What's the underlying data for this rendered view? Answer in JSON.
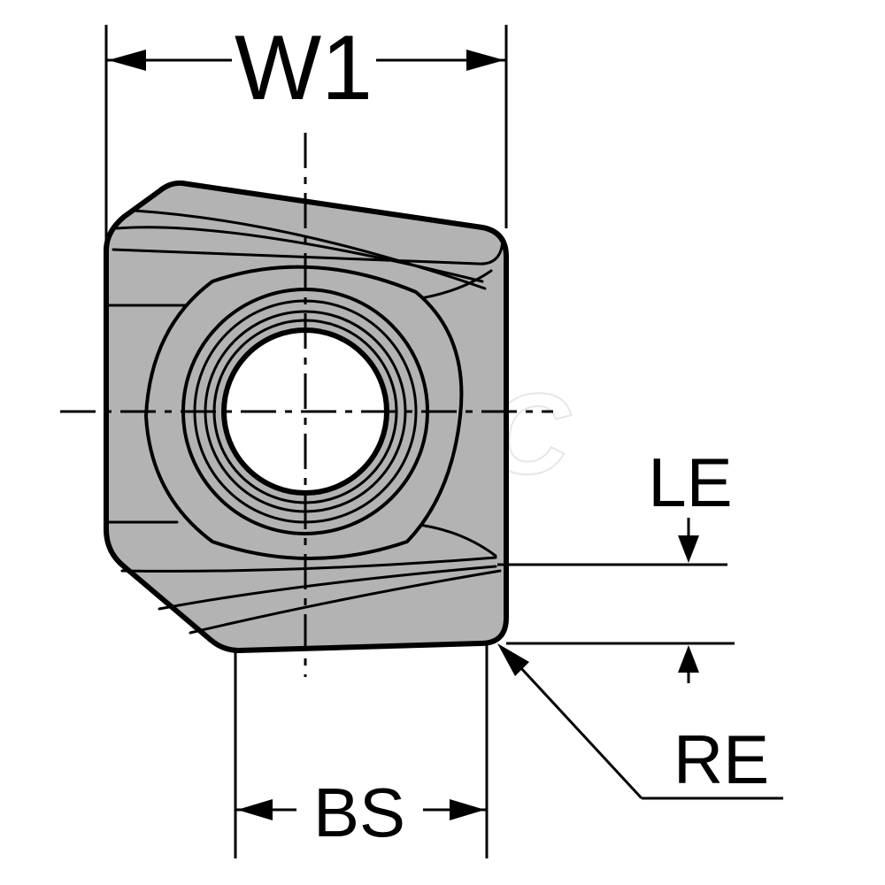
{
  "colors": {
    "line": "#000000",
    "insert_fill": "#b3b3b3",
    "background": "#ffffff",
    "watermark": "#e6e6e6"
  },
  "labels": {
    "w1": "W1",
    "le": "LE",
    "re": "RE",
    "bs": "BS"
  },
  "watermark": {
    "text": "MSC"
  }
}
